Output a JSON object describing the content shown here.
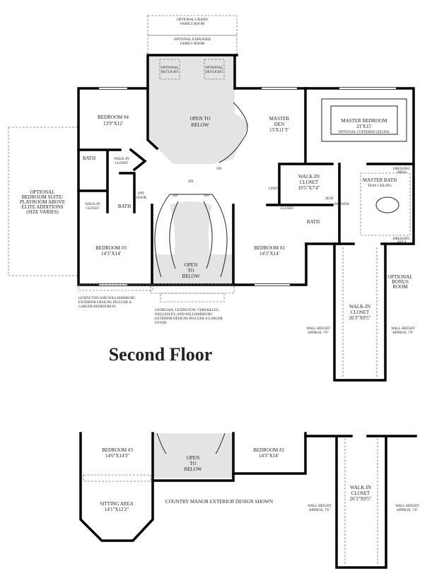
{
  "title": "Second Floor",
  "rooms": {
    "optional_grand_family_room": [
      "OPTIONAL GRAND",
      "FAMILY ROOM"
    ],
    "optional_expanded_family_room": [
      "OPTIONAL EXPANDED",
      "FAMILY ROOM"
    ],
    "optional_skylight": [
      "OPTIONAL",
      "SKYLIGHT"
    ],
    "bedroom4": {
      "name": "BEDROOM #4",
      "size": "13'9\"X12'"
    },
    "open_to_below_top": [
      "OPEN TO",
      "BELOW"
    ],
    "master_den": {
      "name": [
        "MASTER",
        "DEN"
      ],
      "size": "15'X11'3\""
    },
    "master_bedroom": {
      "name": "MASTER BEDROOM",
      "size": "21'X15'",
      "note": "OPTIONAL COFFERED CEILING"
    },
    "optional_suite": [
      "OPTIONAL",
      "BEDROOM SUITE/",
      "PLAYROOM ABOVE",
      "ELITE ADDITIONS",
      "(SIZE VARIES)"
    ],
    "bath": "BATH",
    "walk_in_closet_small": [
      "WALK-IN",
      "CLOSET"
    ],
    "opt_door": [
      "OPT.",
      "DOOR"
    ],
    "dn": "DN",
    "walk_in_closet_master": {
      "name": [
        "WALK-IN",
        "CLOSET"
      ],
      "size": "10'5\"X7'4\""
    },
    "linen": "LINEN",
    "closet": "CLOSET",
    "seat": "SEAT",
    "shower": "SHOWER",
    "dressing_area": [
      "DRESSING",
      "AREA"
    ],
    "master_bath": {
      "name": "MASTER BATH",
      "note": "TRAY CEILING"
    },
    "bedroom3": {
      "name": "BEDROOM #3",
      "size": "14'3\"X14'"
    },
    "open_to_below_foyer": [
      "OPEN",
      "TO",
      "BELOW"
    ],
    "bedroom2": {
      "name": "BEDROOM #2",
      "size": "14'3\"X14'"
    },
    "optional_bonus_room": [
      "OPTIONAL",
      "BONUS",
      "ROOM"
    ],
    "walk_in_closet_bonus": {
      "name": [
        "WALK-IN",
        "CLOSET"
      ],
      "size": "26'3\"X9'5\""
    },
    "wall_height": [
      "WALL HEIGHT",
      "APPROX. 7'6\""
    ]
  },
  "notes": {
    "lexington": [
      "LEXINGTON AND WILLIAMSBURG",
      "EXTERIOR DESIGNS INCLUDE A",
      "LARGER BEDROOM #3."
    ],
    "georgian": [
      "GEORGIAN, LEXINGTON, VERSAILLES,",
      "WELLESLEY, AND WILLIAMSBURG",
      "EXTERIOR DESIGNS INCLUDE A LARGER",
      "FOYER."
    ]
  },
  "alt": {
    "bedroom3": {
      "name": "BEDROOM #3",
      "size": "14'6\"X14'3\""
    },
    "open_to_below": [
      "OPEN",
      "TO",
      "BELOW"
    ],
    "bedroom2": {
      "name": "BEDROOM #2",
      "size": "14'3\"X14'"
    },
    "sitting_area": {
      "name": "SITTING AREA",
      "size": "14'1\"X12'2\""
    },
    "country_manor": "COUNTRY MANOR EXTERIOR DESIGN SHOWN",
    "walk_in_closet": {
      "name": [
        "WALK-IN",
        "CLOSET"
      ],
      "size": "26'3\"X9'5\""
    },
    "wall_height": [
      "WALL HEIGHT",
      "APPROX. 7'6\""
    ]
  }
}
